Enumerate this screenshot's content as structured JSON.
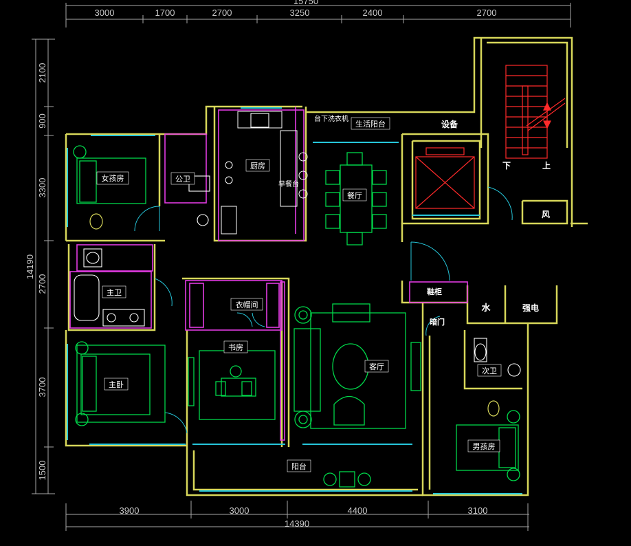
{
  "colors": {
    "wall": "#d7d75a",
    "window": "#26c6da",
    "dimension": "#b0b0b0",
    "furniture": "#00d84a",
    "magenta": "#e23be2",
    "red": "#ff2a2a",
    "text": "#ffffff"
  },
  "dimensions": {
    "top_total": "15750",
    "top": [
      "3000",
      "1700",
      "2700",
      "3250",
      "2400",
      "2700"
    ],
    "bottom": [
      "3900",
      "3000",
      "4400",
      "3100"
    ],
    "bottom_total": "14390",
    "left": [
      "2100",
      "900",
      "3300",
      "2700",
      "3700",
      "1500"
    ],
    "left_total": "14190"
  },
  "rooms": {
    "girls_room": "女孩房",
    "public_bath": "公卫",
    "kitchen": "厨房",
    "breakfast_counter": "早餐台",
    "washer_note": "台下洗衣机",
    "service_balcony": "生活阳台",
    "equipment": "设备",
    "dining": "餐厅",
    "stair_down": "下",
    "stair_up": "上",
    "ventilation": "风",
    "master_bath": "主卫",
    "cloakroom": "衣帽间",
    "shoe_cabinet": "鞋柜",
    "water": "水",
    "strong_power": "强电",
    "hidden_door": "暗门",
    "study": "书房",
    "living": "客厅",
    "second_bath": "次卫",
    "master_bedroom": "主卧",
    "boys_room": "男孩房",
    "balcony": "阳台"
  }
}
